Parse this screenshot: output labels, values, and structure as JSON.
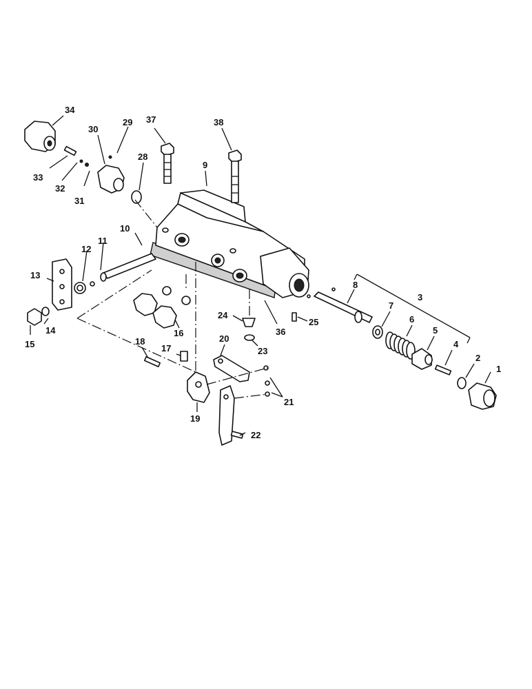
{
  "callouts": {
    "c1": "1",
    "c2": "2",
    "c3": "3",
    "c4": "4",
    "c5": "5",
    "c6": "6",
    "c7": "7",
    "c8": "8",
    "c9": "9",
    "c10": "10",
    "c11": "11",
    "c12": "12",
    "c13": "13",
    "c14": "14",
    "c15": "15",
    "c16": "16",
    "c17": "17",
    "c18": "18",
    "c19": "19",
    "c20": "20",
    "c21": "21",
    "c22": "22",
    "c23": "23",
    "c24": "24",
    "c25": "25",
    "c28": "28",
    "c29": "29",
    "c30": "30",
    "c31": "31",
    "c32": "32",
    "c33": "33",
    "c34": "34",
    "c36": "36",
    "c37": "37",
    "c38": "38"
  }
}
